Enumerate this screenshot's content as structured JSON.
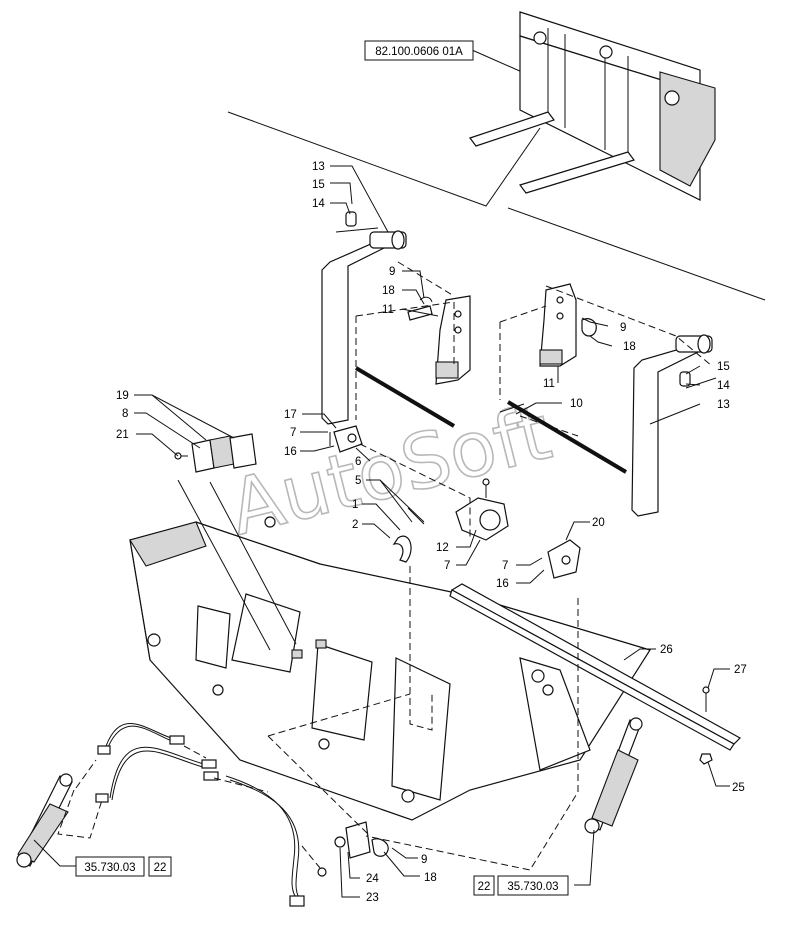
{
  "diagram": {
    "ref_top": "82.100.0606 01A",
    "ref_left_code": "35.730.03",
    "ref_left_num": "22",
    "ref_right_num": "22",
    "ref_right_code": "35.730.03",
    "watermark": "AutoSoft",
    "callouts": {
      "c13a": "13",
      "c15a": "15",
      "c14a": "14",
      "c9a": "9",
      "c18a": "18",
      "c11a": "11",
      "c9b": "9",
      "c18b": "18",
      "c11b": "11",
      "c15b": "15",
      "c14b": "14",
      "c13b": "13",
      "c10": "10",
      "c19": "19",
      "c8": "8",
      "c21": "21",
      "c17": "17",
      "c7a": "7",
      "c16a": "16",
      "c6": "6",
      "c5": "5",
      "c1": "1",
      "c2": "2",
      "c12": "12",
      "c7b": "7",
      "c20": "20",
      "c7c": "7",
      "c16b": "16",
      "c26": "26",
      "c27": "27",
      "c25": "25",
      "c9c": "9",
      "c24": "24",
      "c18c": "18",
      "c23": "23"
    }
  }
}
